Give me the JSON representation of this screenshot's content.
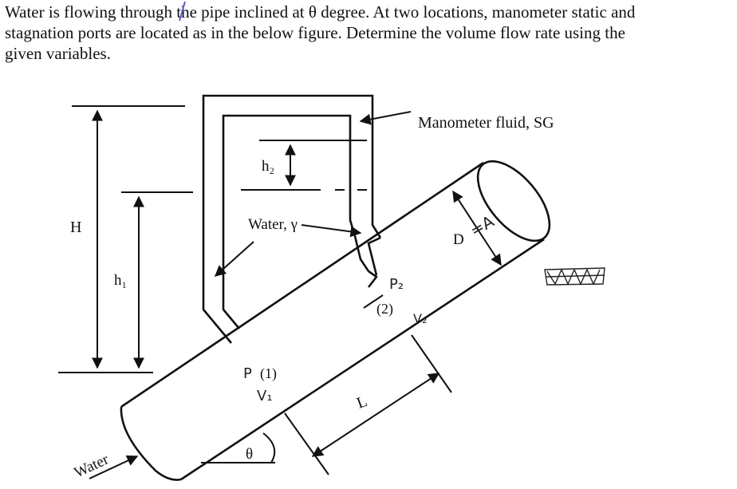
{
  "problem": {
    "line1": "Water is flowing through the pipe inclined at θ degree. At two locations, manometer static and",
    "line2": "stagnation ports are located as in the below figure. Determine the volume flow rate using the",
    "line3": "given variables."
  },
  "figure": {
    "label_manometer": "Manometer fluid, SG",
    "label_h2": "h₂",
    "label_H": "H",
    "label_water_gamma": "Water, γ",
    "label_D": "D",
    "label_h1": "h₁",
    "label_port2": "(2)",
    "label_port1": "(1)",
    "label_L": "L",
    "label_theta": "θ",
    "label_water_inlet": "Water",
    "hand_A": "=A",
    "hand_P1": "P",
    "hand_V1": "V₁",
    "hand_P2": "P₂",
    "hand_V2": "V₂"
  }
}
